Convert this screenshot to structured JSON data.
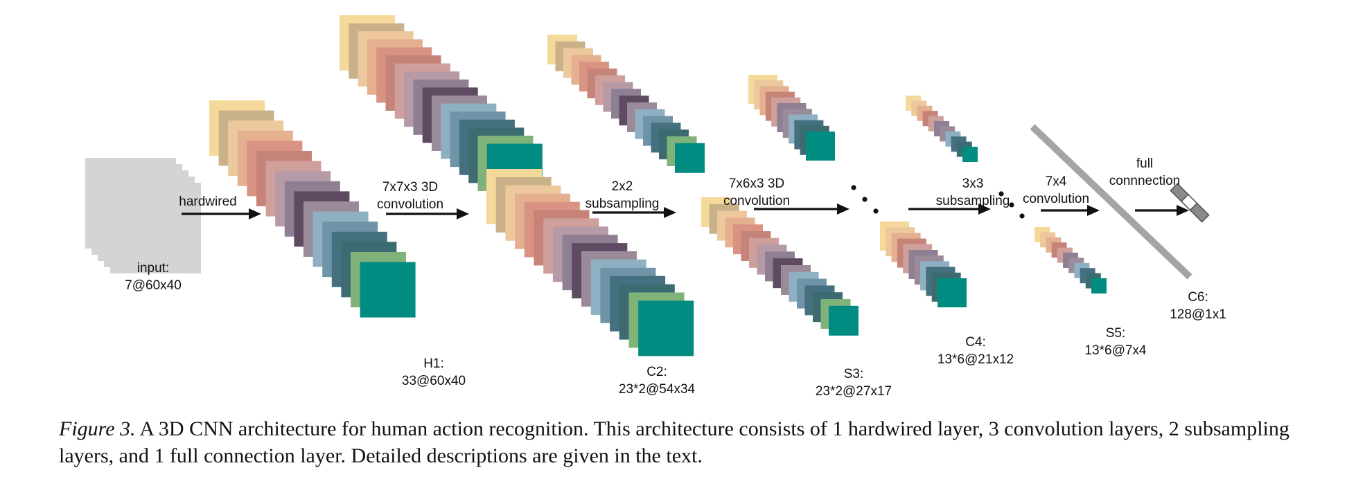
{
  "palette": [
    "#f5d99a",
    "#c9b289",
    "#eec89d",
    "#e5b08f",
    "#d99383",
    "#c68378",
    "#cf9f9c",
    "#b69aa6",
    "#8e7f95",
    "#5e4b61",
    "#9b8a9a",
    "#8fb0c2",
    "#6f93a7",
    "#44707f",
    "#3d6b72",
    "#7fb37a",
    "#008c80"
  ],
  "input_color": "#d4d4d4",
  "input": {
    "name": "input:",
    "dims": "7@60x40"
  },
  "layers": [
    {
      "id": "h1",
      "name": "H1:",
      "dims": "33@60x40"
    },
    {
      "id": "c2",
      "name": "C2:",
      "dims": "23*2@54x34"
    },
    {
      "id": "s3",
      "name": "S3:",
      "dims": "23*2@27x17"
    },
    {
      "id": "c4",
      "name": "C4:",
      "dims": "13*6@21x12"
    },
    {
      "id": "s5",
      "name": "S5:",
      "dims": "13*6@7x4"
    },
    {
      "id": "c6",
      "name": "C6:",
      "dims": "128@1x1"
    }
  ],
  "operations": [
    {
      "id": "hardwired",
      "lines": [
        "hardwired"
      ]
    },
    {
      "id": "conv1",
      "lines": [
        "7x7x3 3D",
        "convolution"
      ]
    },
    {
      "id": "sub1",
      "lines": [
        "2x2",
        "subsampling"
      ]
    },
    {
      "id": "conv2",
      "lines": [
        "7x6x3 3D",
        "convolution"
      ]
    },
    {
      "id": "sub2",
      "lines": [
        "3x3",
        "subsampling"
      ]
    },
    {
      "id": "conv3",
      "lines": [
        "7x4",
        "convolution"
      ]
    },
    {
      "id": "full",
      "lines": [
        "full",
        "connnection"
      ]
    }
  ],
  "caption": {
    "label": "Figure 3.",
    "text": " A 3D CNN architecture for human action recognition. This architecture consists of 1 hardwired layer, 3 convolution layers, 2 subsampling layers, and 1 full connection layer. Detailed descriptions are given in the text."
  }
}
